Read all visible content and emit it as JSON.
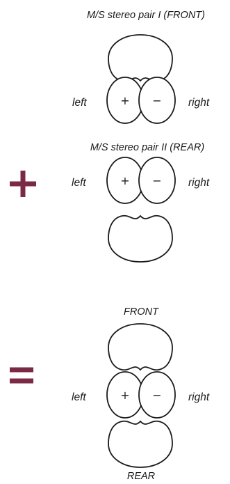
{
  "diagram": {
    "front_pair": {
      "title": "M/S stereo pair I (FRONT)",
      "left_label": "left",
      "right_label": "right",
      "mid_sign": "+",
      "side_sign": "−"
    },
    "rear_pair": {
      "title": "M/S stereo pair II (REAR)",
      "left_label": "left",
      "right_label": "right",
      "mid_sign": "+",
      "side_sign": "−"
    },
    "combined": {
      "front_label": "FRONT",
      "rear_label": "REAR",
      "left_label": "left",
      "right_label": "right",
      "mid_sign": "+",
      "side_sign": "−"
    },
    "operators": {
      "plus_color": "#7b2a45",
      "equals_color": "#7b2a45"
    }
  }
}
